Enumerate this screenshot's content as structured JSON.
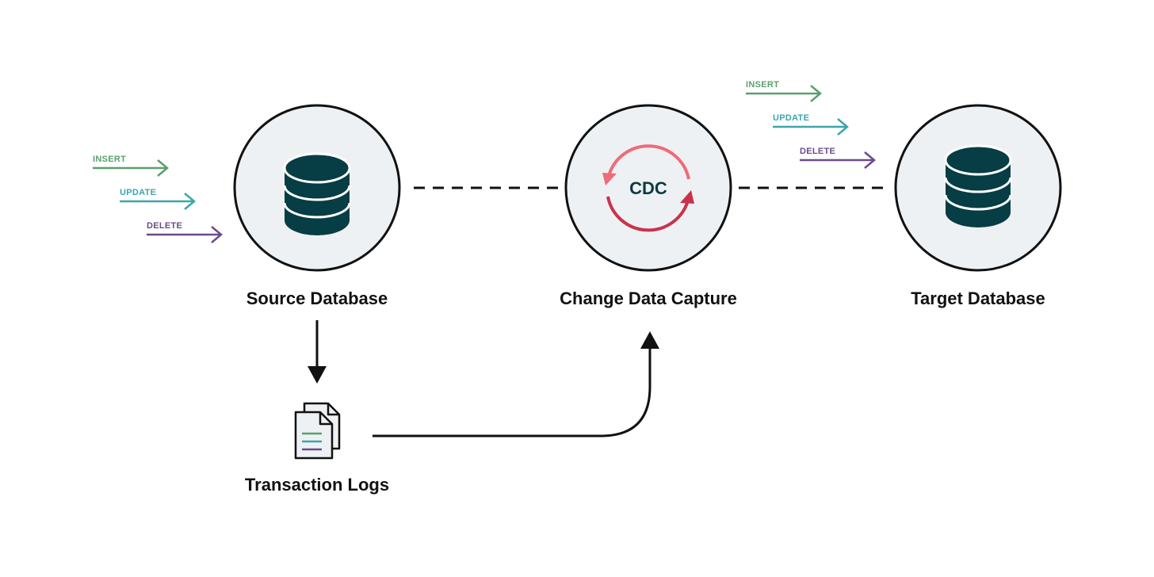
{
  "colors": {
    "insert": "#5aa06c",
    "update": "#3aa6ad",
    "delete": "#6b4b8c",
    "db_icon": "#073d44",
    "node_fill": "#eef1f3",
    "cdc_arrow_light": "#ee6b79",
    "cdc_arrow_dark": "#c8334b",
    "cdc_text": "#0c3a40",
    "line": "#111111"
  },
  "source": {
    "label": "Source Database",
    "ops": {
      "insert": "INSERT",
      "update": "UPDATE",
      "delete": "DELETE"
    }
  },
  "cdc": {
    "label": "Change Data Capture",
    "badge": "CDC"
  },
  "target": {
    "label": "Target Database",
    "ops": {
      "insert": "INSERT",
      "update": "UPDATE",
      "delete": "DELETE"
    }
  },
  "logs": {
    "label": "Transaction Logs"
  },
  "icons": {
    "source": "database-icon",
    "target": "database-icon",
    "cdc": "cycle-arrows-icon",
    "logs": "documents-icon"
  }
}
